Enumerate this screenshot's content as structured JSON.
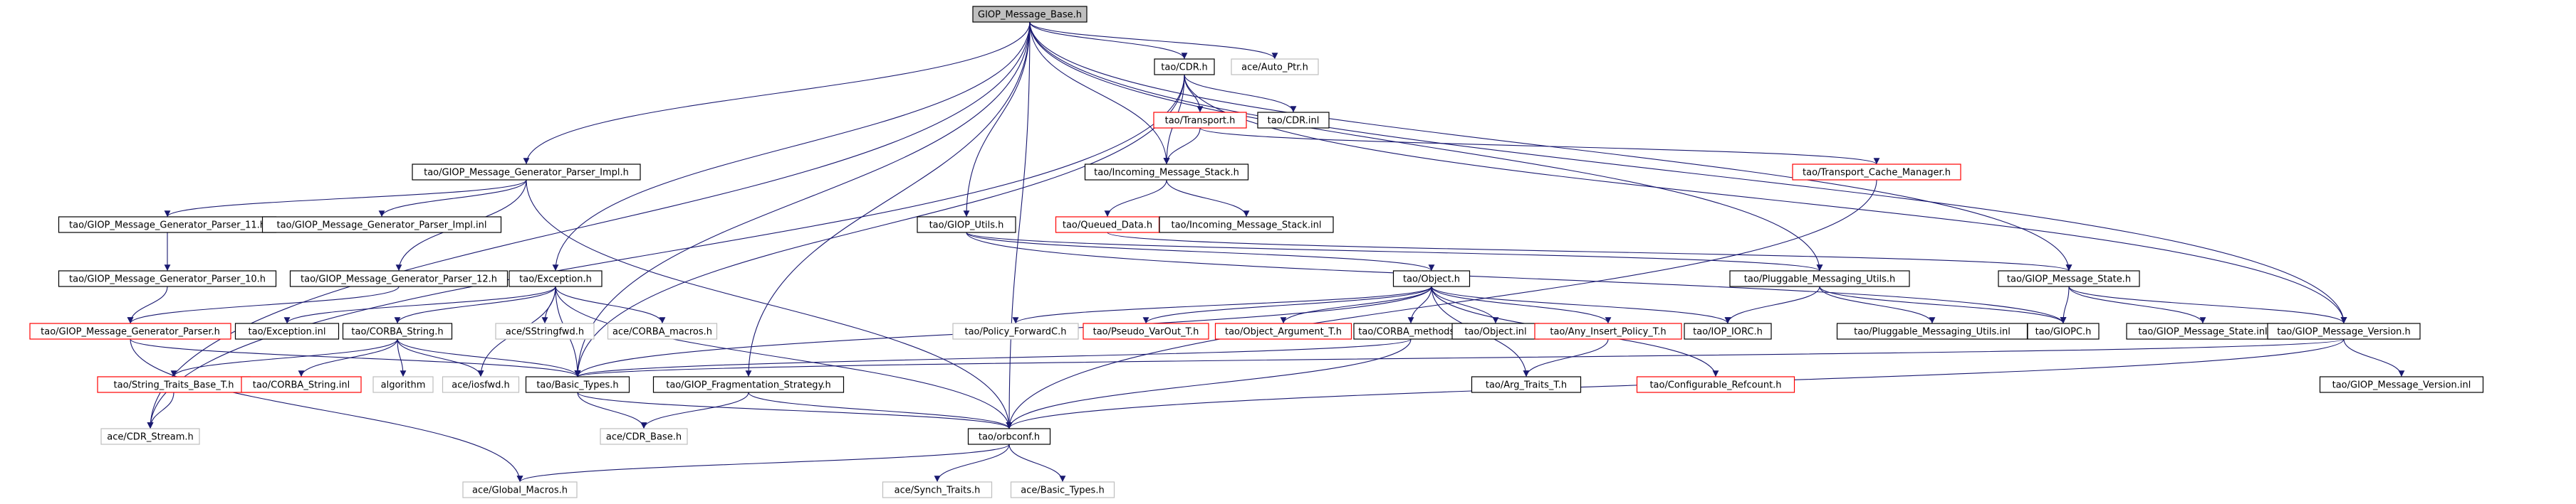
{
  "colors": {
    "edge": "#191970",
    "border_normal": "#000000",
    "border_red": "#ff0000",
    "border_gray": "#bfbfbf",
    "root_fill": "#bfbfbf",
    "node_fill": "#ffffff",
    "text": "#000000"
  },
  "nodes": [
    {
      "id": "root",
      "label": "GIOP_Message_Base.h",
      "style": "root"
    },
    {
      "id": "cdr",
      "label": "tao/CDR.h",
      "style": "normal"
    },
    {
      "id": "autoptr",
      "label": "ace/Auto_Ptr.h",
      "style": "gray"
    },
    {
      "id": "transport",
      "label": "tao/Transport.h",
      "style": "red"
    },
    {
      "id": "cdrinl",
      "label": "tao/CDR.inl",
      "style": "normal"
    },
    {
      "id": "gmgpi",
      "label": "tao/GIOP_Message_Generator_Parser_Impl.h",
      "style": "normal"
    },
    {
      "id": "ims",
      "label": "tao/Incoming_Message_Stack.h",
      "style": "normal"
    },
    {
      "id": "tcm",
      "label": "tao/Transport_Cache_Manager.h",
      "style": "red"
    },
    {
      "id": "gmgp11",
      "label": "tao/GIOP_Message_Generator_Parser_11.h",
      "style": "normal"
    },
    {
      "id": "gmgpiinl",
      "label": "tao/GIOP_Message_Generator_Parser_Impl.inl",
      "style": "normal"
    },
    {
      "id": "qd",
      "label": "tao/Queued_Data.h",
      "style": "red"
    },
    {
      "id": "imsinl",
      "label": "tao/Incoming_Message_Stack.inl",
      "style": "normal"
    },
    {
      "id": "giopu",
      "label": "tao/GIOP_Utils.h",
      "style": "normal"
    },
    {
      "id": "gmgp10",
      "label": "tao/GIOP_Message_Generator_Parser_10.h",
      "style": "normal"
    },
    {
      "id": "gmgp12",
      "label": "tao/GIOP_Message_Generator_Parser_12.h",
      "style": "normal"
    },
    {
      "id": "exc",
      "label": "tao/Exception.h",
      "style": "normal"
    },
    {
      "id": "obj",
      "label": "tao/Object.h",
      "style": "normal"
    },
    {
      "id": "pmu",
      "label": "tao/Pluggable_Messaging_Utils.h",
      "style": "normal"
    },
    {
      "id": "gms",
      "label": "tao/GIOP_Message_State.h",
      "style": "normal"
    },
    {
      "id": "gmgp",
      "label": "tao/GIOP_Message_Generator_Parser.h",
      "style": "red"
    },
    {
      "id": "excinl",
      "label": "tao/Exception.inl",
      "style": "normal"
    },
    {
      "id": "cstr",
      "label": "tao/CORBA_String.h",
      "style": "normal"
    },
    {
      "id": "sstream",
      "label": "ace/SStringfwd.h",
      "style": "gray"
    },
    {
      "id": "cmacros",
      "label": "ace/CORBA_macros.h",
      "style": "gray"
    },
    {
      "id": "pfc",
      "label": "tao/Policy_ForwardC.h",
      "style": "gray"
    },
    {
      "id": "pvo",
      "label": "tao/Pseudo_VarOut_T.h",
      "style": "red"
    },
    {
      "id": "oat",
      "label": "tao/Object_Argument_T.h",
      "style": "red"
    },
    {
      "id": "cmeth",
      "label": "tao/CORBA_methods.h",
      "style": "normal"
    },
    {
      "id": "objinl",
      "label": "tao/Object.inl",
      "style": "normal"
    },
    {
      "id": "aip",
      "label": "tao/Any_Insert_Policy_T.h",
      "style": "red"
    },
    {
      "id": "iop",
      "label": "tao/IOP_IORC.h",
      "style": "normal"
    },
    {
      "id": "pmuinl",
      "label": "tao/Pluggable_Messaging_Utils.inl",
      "style": "normal"
    },
    {
      "id": "giopc",
      "label": "tao/GIOPC.h",
      "style": "normal"
    },
    {
      "id": "gmsinl",
      "label": "tao/GIOP_Message_State.inl",
      "style": "normal"
    },
    {
      "id": "gmv",
      "label": "tao/GIOP_Message_Version.h",
      "style": "normal"
    },
    {
      "id": "stb",
      "label": "tao/String_Traits_Base_T.h",
      "style": "red"
    },
    {
      "id": "cstrinl",
      "label": "tao/CORBA_String.inl",
      "style": "red"
    },
    {
      "id": "algo",
      "label": "algorithm",
      "style": "gray"
    },
    {
      "id": "iosfwd",
      "label": "ace/iosfwd.h",
      "style": "gray"
    },
    {
      "id": "btypes",
      "label": "tao/Basic_Types.h",
      "style": "normal"
    },
    {
      "id": "gfs",
      "label": "tao/GIOP_Fragmentation_Strategy.h",
      "style": "normal"
    },
    {
      "id": "att",
      "label": "tao/Arg_Traits_T.h",
      "style": "normal"
    },
    {
      "id": "cref",
      "label": "tao/Configurable_Refcount.h",
      "style": "red"
    },
    {
      "id": "gmvinl",
      "label": "tao/GIOP_Message_Version.inl",
      "style": "normal"
    },
    {
      "id": "cdrstream",
      "label": "ace/CDR_Stream.h",
      "style": "gray"
    },
    {
      "id": "cdrbase",
      "label": "ace/CDR_Base.h",
      "style": "gray"
    },
    {
      "id": "orbconf",
      "label": "tao/orbconf.h",
      "style": "normal"
    },
    {
      "id": "gmacros",
      "label": "ace/Global_Macros.h",
      "style": "gray"
    },
    {
      "id": "synch",
      "label": "ace/Synch_Traits.h",
      "style": "gray"
    },
    {
      "id": "abt",
      "label": "ace/Basic_Types.h",
      "style": "gray"
    }
  ],
  "edges": [
    [
      "root",
      "cdr"
    ],
    [
      "root",
      "autoptr"
    ],
    [
      "root",
      "gmgpi"
    ],
    [
      "root",
      "ims"
    ],
    [
      "root",
      "giopu"
    ],
    [
      "root",
      "exc"
    ],
    [
      "root",
      "gms"
    ],
    [
      "root",
      "gfs"
    ],
    [
      "root",
      "orbconf"
    ],
    [
      "root",
      "btypes"
    ],
    [
      "root",
      "cdrstream"
    ],
    [
      "root",
      "gmv"
    ],
    [
      "root",
      "pmu"
    ],
    [
      "cdr",
      "transport"
    ],
    [
      "cdr",
      "cdrinl"
    ],
    [
      "cdr",
      "ims"
    ],
    [
      "cdr",
      "btypes"
    ],
    [
      "cdr",
      "cdrstream"
    ],
    [
      "cdr",
      "gmv"
    ],
    [
      "transport",
      "ims"
    ],
    [
      "transport",
      "tcm"
    ],
    [
      "ims",
      "qd"
    ],
    [
      "ims",
      "imsinl"
    ],
    [
      "qd",
      "gms"
    ],
    [
      "tcm",
      "orbconf"
    ],
    [
      "gmgpi",
      "gmgp11"
    ],
    [
      "gmgpi",
      "gmgpiinl"
    ],
    [
      "gmgpi",
      "gmgp12"
    ],
    [
      "gmgpi",
      "orbconf"
    ],
    [
      "gmgp11",
      "gmgp10"
    ],
    [
      "gmgp10",
      "gmgp"
    ],
    [
      "gmgp12",
      "gmgp"
    ],
    [
      "gmgp",
      "btypes"
    ],
    [
      "gmgp",
      "gmacros"
    ],
    [
      "giopu",
      "obj"
    ],
    [
      "giopu",
      "pmu"
    ],
    [
      "giopu",
      "giopc"
    ],
    [
      "exc",
      "excinl"
    ],
    [
      "exc",
      "cstr"
    ],
    [
      "exc",
      "sstream"
    ],
    [
      "exc",
      "cmacros"
    ],
    [
      "exc",
      "iosfwd"
    ],
    [
      "exc",
      "btypes"
    ],
    [
      "exc",
      "orbconf"
    ],
    [
      "cstr",
      "stb"
    ],
    [
      "cstr",
      "cstrinl"
    ],
    [
      "cstr",
      "algo"
    ],
    [
      "cstr",
      "iosfwd"
    ],
    [
      "cstr",
      "btypes"
    ],
    [
      "stb",
      "cdrstream"
    ],
    [
      "obj",
      "pfc"
    ],
    [
      "obj",
      "pvo"
    ],
    [
      "obj",
      "oat"
    ],
    [
      "obj",
      "cmeth"
    ],
    [
      "obj",
      "objinl"
    ],
    [
      "obj",
      "aip"
    ],
    [
      "obj",
      "iop"
    ],
    [
      "obj",
      "att"
    ],
    [
      "obj",
      "cref"
    ],
    [
      "obj",
      "btypes"
    ],
    [
      "cmeth",
      "btypes"
    ],
    [
      "cmeth",
      "orbconf"
    ],
    [
      "aip",
      "att"
    ],
    [
      "pmu",
      "iop"
    ],
    [
      "pmu",
      "pmuinl"
    ],
    [
      "pmu",
      "giopc"
    ],
    [
      "gms",
      "giopc"
    ],
    [
      "gms",
      "gmsinl"
    ],
    [
      "gms",
      "gmv"
    ],
    [
      "gmv",
      "gmvinl"
    ],
    [
      "gmv",
      "btypes"
    ],
    [
      "gmv",
      "orbconf"
    ],
    [
      "btypes",
      "cdrbase"
    ],
    [
      "btypes",
      "orbconf"
    ],
    [
      "gfs",
      "cdrbase"
    ],
    [
      "gfs",
      "orbconf"
    ],
    [
      "orbconf",
      "gmacros"
    ],
    [
      "orbconf",
      "synch"
    ],
    [
      "orbconf",
      "abt"
    ]
  ]
}
